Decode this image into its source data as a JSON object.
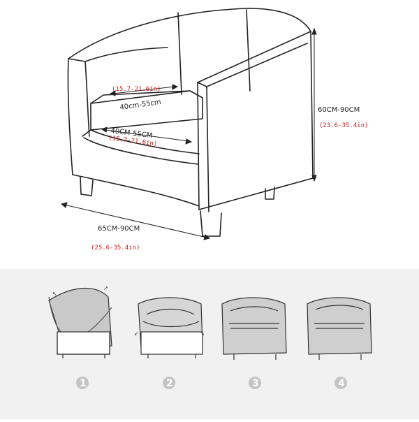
{
  "dimensions": {
    "seat_depth_cm": "40cm-55cm",
    "seat_depth_in": "(15.7-21.6in)",
    "seat_width_cm": "40CM-55CM",
    "seat_width_in": "(15.7-21.6in)",
    "height_cm": "60CM-90CM",
    "height_in": "(23.6-35.4in)",
    "width_cm": "65CM-90CM",
    "width_in": "(25.6-35.4in)"
  },
  "steps": [
    "1",
    "2",
    "3",
    "4"
  ],
  "colors": {
    "outline": "#222222",
    "red_text": "#d21c1c",
    "panel_bg": "#f1f1f1",
    "cover_fill": "#c9c9c9",
    "badge": "#c4c4c4"
  }
}
